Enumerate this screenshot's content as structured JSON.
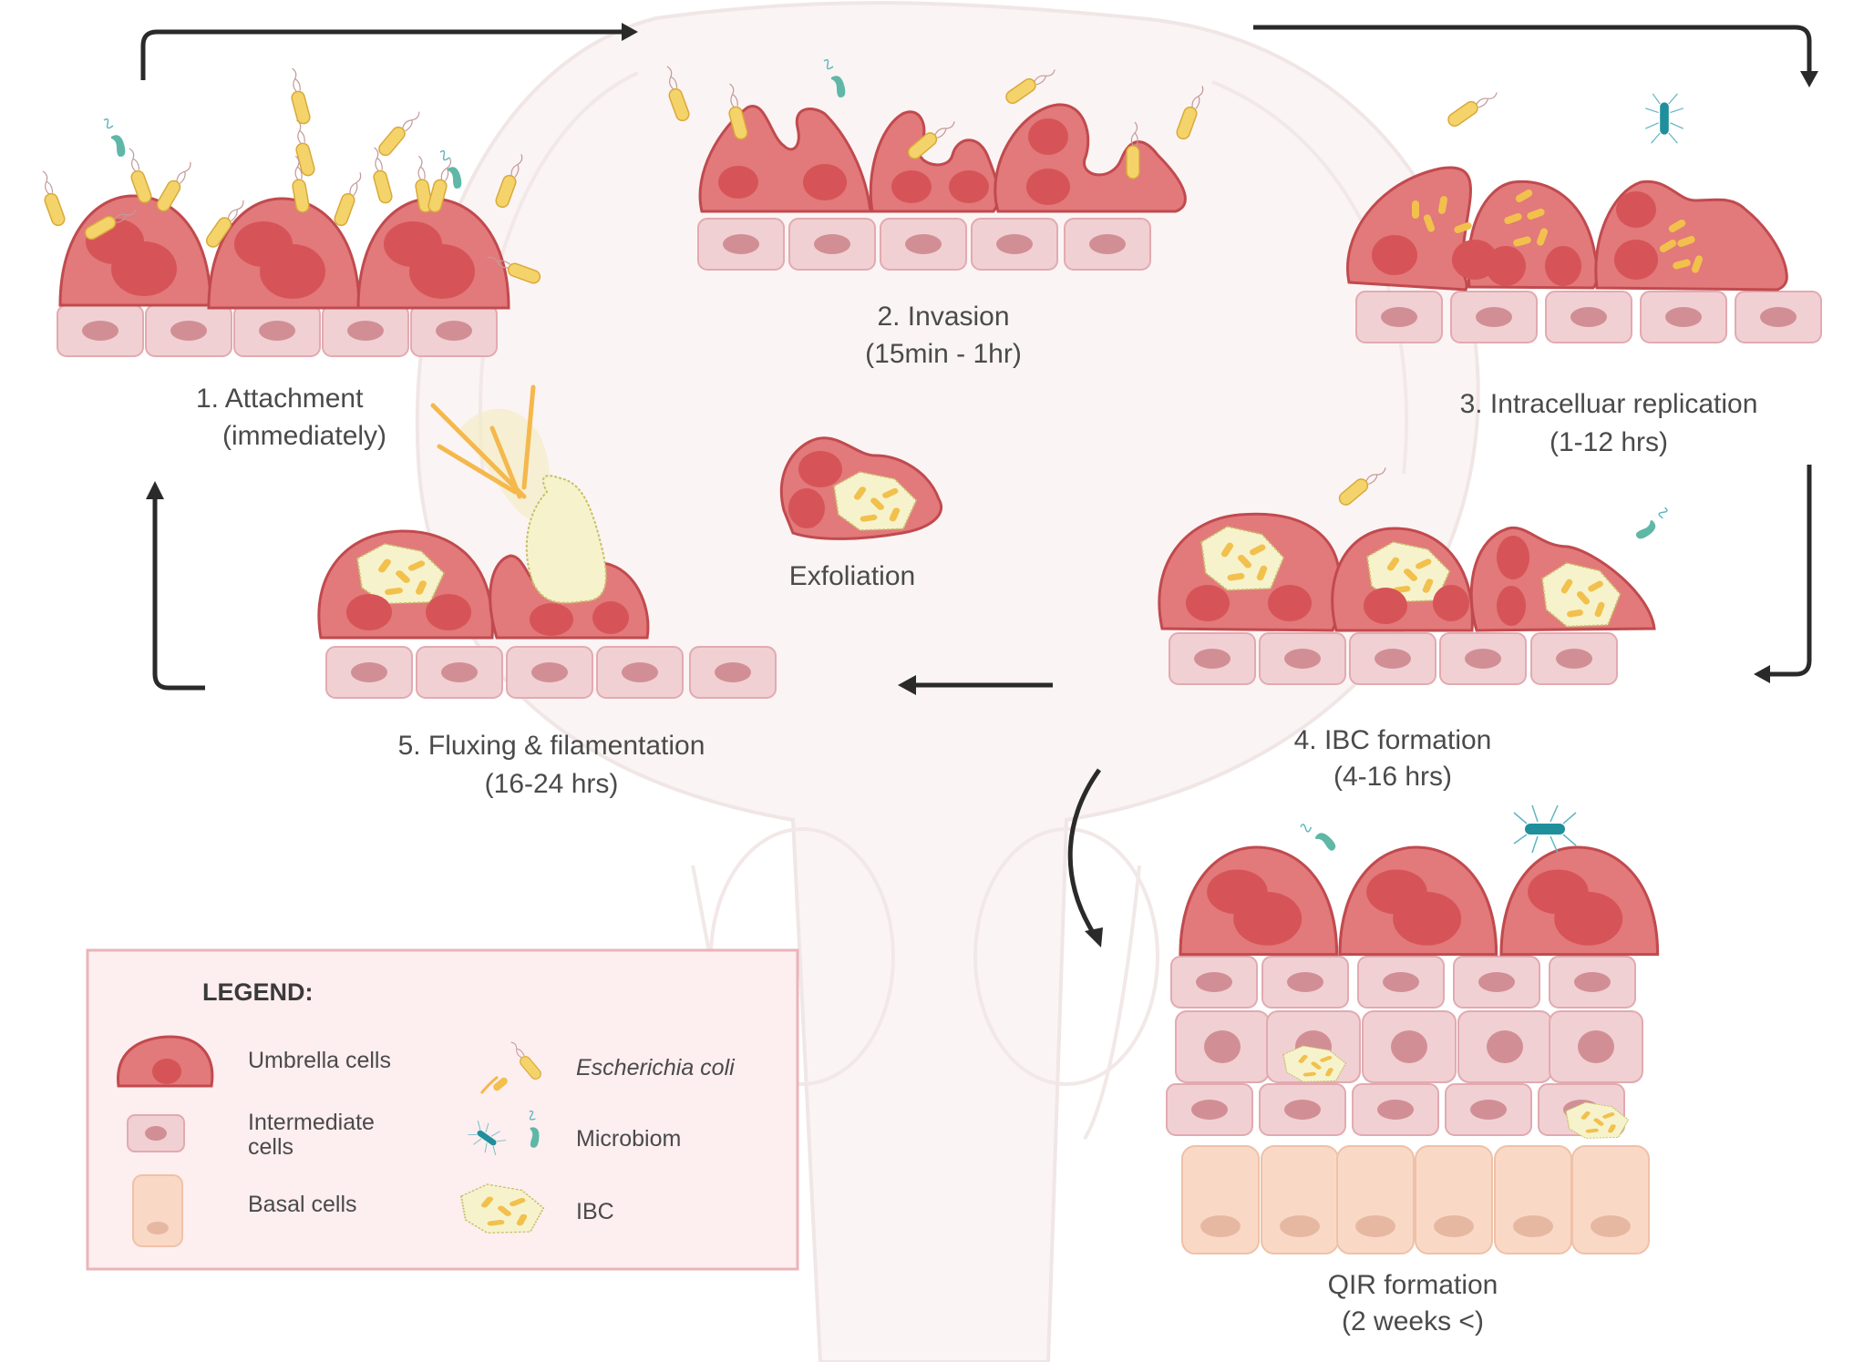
{
  "figure": {
    "title": "UPEC infection cycle in the bladder urothelium",
    "stages": [
      {
        "id": "attachment",
        "label": "1.  Attachment",
        "timing": "(immediately)"
      },
      {
        "id": "invasion",
        "label": "2. Invasion",
        "timing": "(15min - 1hr)"
      },
      {
        "id": "replication",
        "label": "3. Intracelluar replication",
        "timing": "(1-12 hrs)"
      },
      {
        "id": "ibc",
        "label": "4. IBC formation",
        "timing": "(4-16 hrs)"
      },
      {
        "id": "fluxing",
        "label": "5. Fluxing & filamentation",
        "timing": "(16-24 hrs)"
      },
      {
        "id": "qir",
        "label": "QIR formation",
        "timing": "(2 weeks <)"
      }
    ],
    "exfoliation_label": "Exfoliation"
  },
  "legend": {
    "title": "LEGEND:",
    "items": [
      {
        "icon": "umbrella-cell-icon",
        "label": "Umbrella cells"
      },
      {
        "icon": "intermediate-cell-icon",
        "label": "Intermediate",
        "label2": "cells"
      },
      {
        "icon": "basal-cell-icon",
        "label": "Basal cells"
      },
      {
        "icon": "ecoli-icon",
        "label": "Escherichia coli"
      },
      {
        "icon": "microbiome-icon",
        "label": "Microbiom"
      },
      {
        "icon": "ibc-icon",
        "label": "IBC"
      }
    ]
  },
  "colors": {
    "umbrella_cell": "#e2797a",
    "umbrella_nucleus": "#d65457",
    "intermediate_cell": "#f0d0d3",
    "basal_cell": "#f9d9c6",
    "ecoli": "#f4d46a",
    "ibc": "#f6f3cc",
    "microbiome_light": "#5fb7a7",
    "microbiome_dark": "#1f8f9c",
    "legend_bg": "#fdeef0",
    "arrow": "#2a2a2a"
  }
}
